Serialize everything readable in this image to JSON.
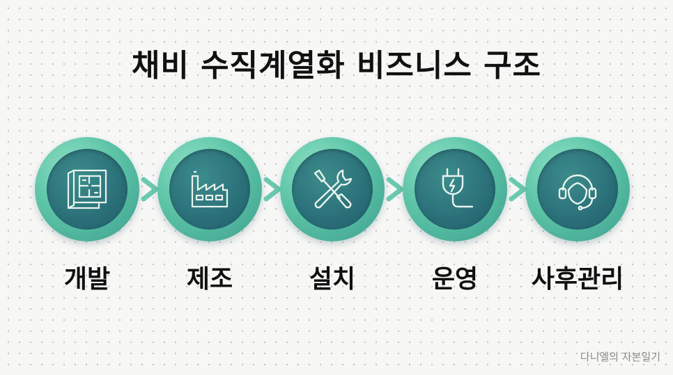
{
  "title": "채비 수직계열화 비즈니스 구조",
  "stages": [
    {
      "label": "개발",
      "icon": "blueprint-icon"
    },
    {
      "label": "제조",
      "icon": "factory-icon"
    },
    {
      "label": "설치",
      "icon": "wrench-screwdriver-icon"
    },
    {
      "label": "운영",
      "icon": "power-plug-icon"
    },
    {
      "label": "사후관리",
      "icon": "headset-support-icon"
    }
  ],
  "credit": "다니엘의 자본일기",
  "colors": {
    "ring": "#5cc4a6",
    "inner": "#2a6f78",
    "icon_line": "#e8f4ee",
    "text": "#111111"
  }
}
